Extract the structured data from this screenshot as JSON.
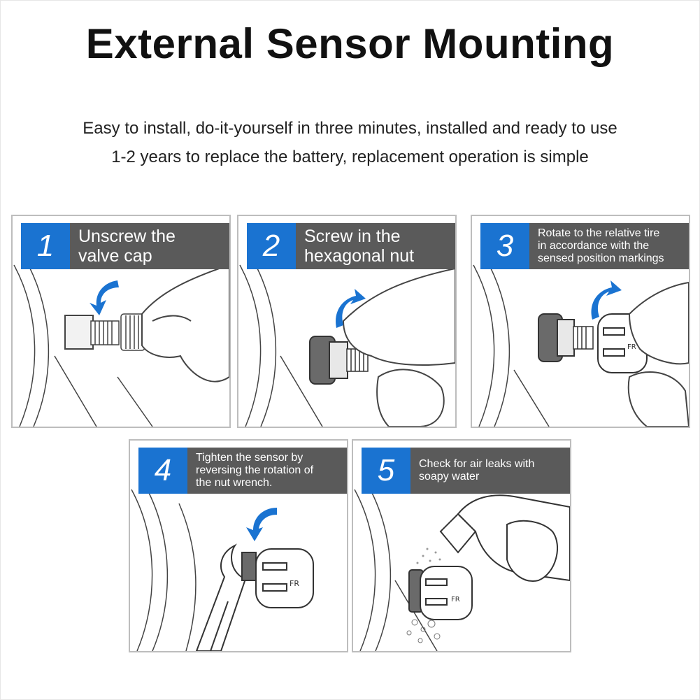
{
  "title": "External Sensor Mounting",
  "subtitle_lines": [
    "Easy to install, do-it-yourself in three minutes, installed and ready to use",
    "1-2 years to replace the battery, replacement operation is simple"
  ],
  "steps": [
    {
      "number": "1",
      "label": "Unscrew the\nvalve cap"
    },
    {
      "number": "2",
      "label": "Screw in the\nhexagonal nut"
    },
    {
      "number": "3",
      "label": "Rotate to the relative tire\nin accordance with the\nsensed position markings"
    },
    {
      "number": "4",
      "label": "Tighten the sensor by\nreversing the rotation of\nthe nut wrench."
    },
    {
      "number": "5",
      "label": "Check for air leaks with\nsoapy water"
    }
  ],
  "colors": {
    "accent_blue": "#1a73d1",
    "label_gray": "#5a5a5a"
  },
  "icons": [
    "rotate-arrow-icon",
    "tire-illustration",
    "valve-illustration",
    "hand-illustration",
    "sensor-cap-illustration",
    "wrench-illustration",
    "spray-bottle-illustration"
  ]
}
